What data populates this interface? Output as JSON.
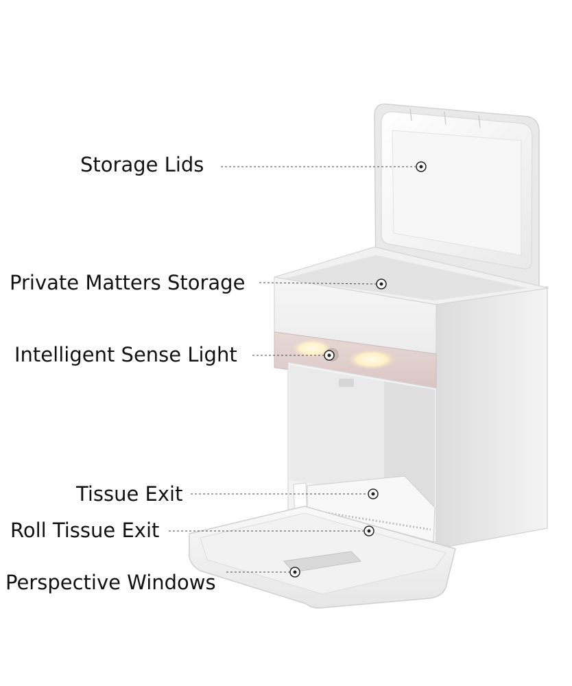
{
  "callouts": [
    {
      "id": "storage-lids",
      "text": "Storage Lids"
    },
    {
      "id": "private-matters-storage",
      "text": "Private Matters Storage"
    },
    {
      "id": "intelligent-sense-light",
      "text": "Intelligent Sense Light"
    },
    {
      "id": "tissue-exit",
      "text": "Tissue Exit"
    },
    {
      "id": "roll-tissue-exit",
      "text": "Roll Tissue Exit"
    },
    {
      "id": "perspective-windows",
      "text": "Perspective Windows"
    }
  ]
}
